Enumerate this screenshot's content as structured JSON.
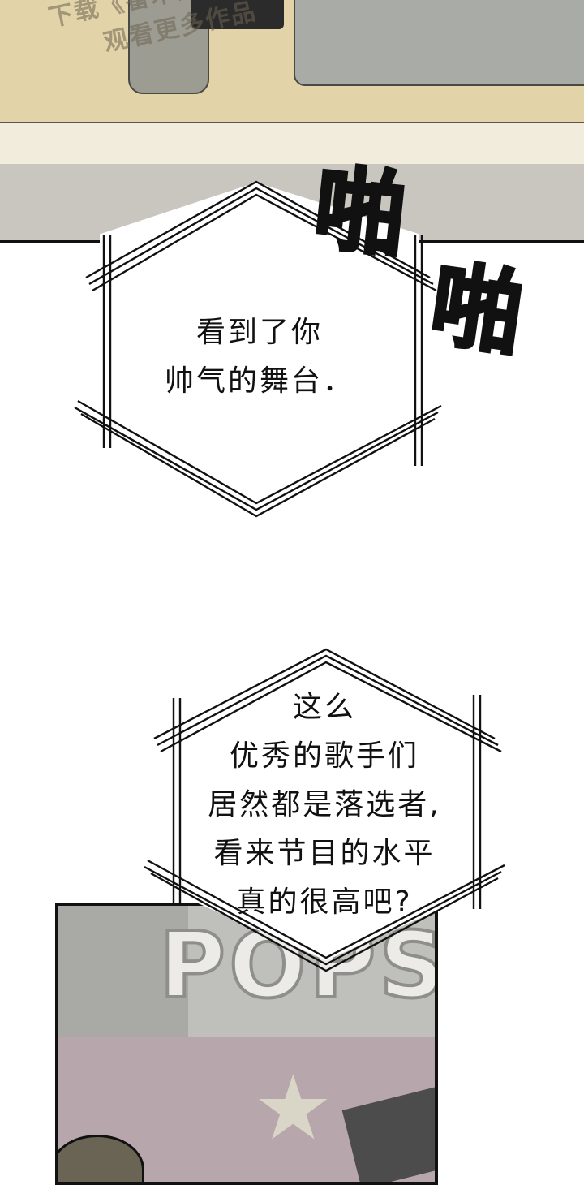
{
  "watermark": {
    "line1": "下载《番木瓜",
    "line2": "观看更多作品"
  },
  "sfx": {
    "first": "啪",
    "second": "啪"
  },
  "bubbles": [
    {
      "lines": [
        "看到了你",
        "帅气的舞台．"
      ]
    },
    {
      "lines": [
        "这么",
        "优秀的歌手们",
        "居然都是落选者,",
        "看来节目的水平",
        "真的很高吧?"
      ]
    }
  ],
  "stage_sign": "POPS"
}
